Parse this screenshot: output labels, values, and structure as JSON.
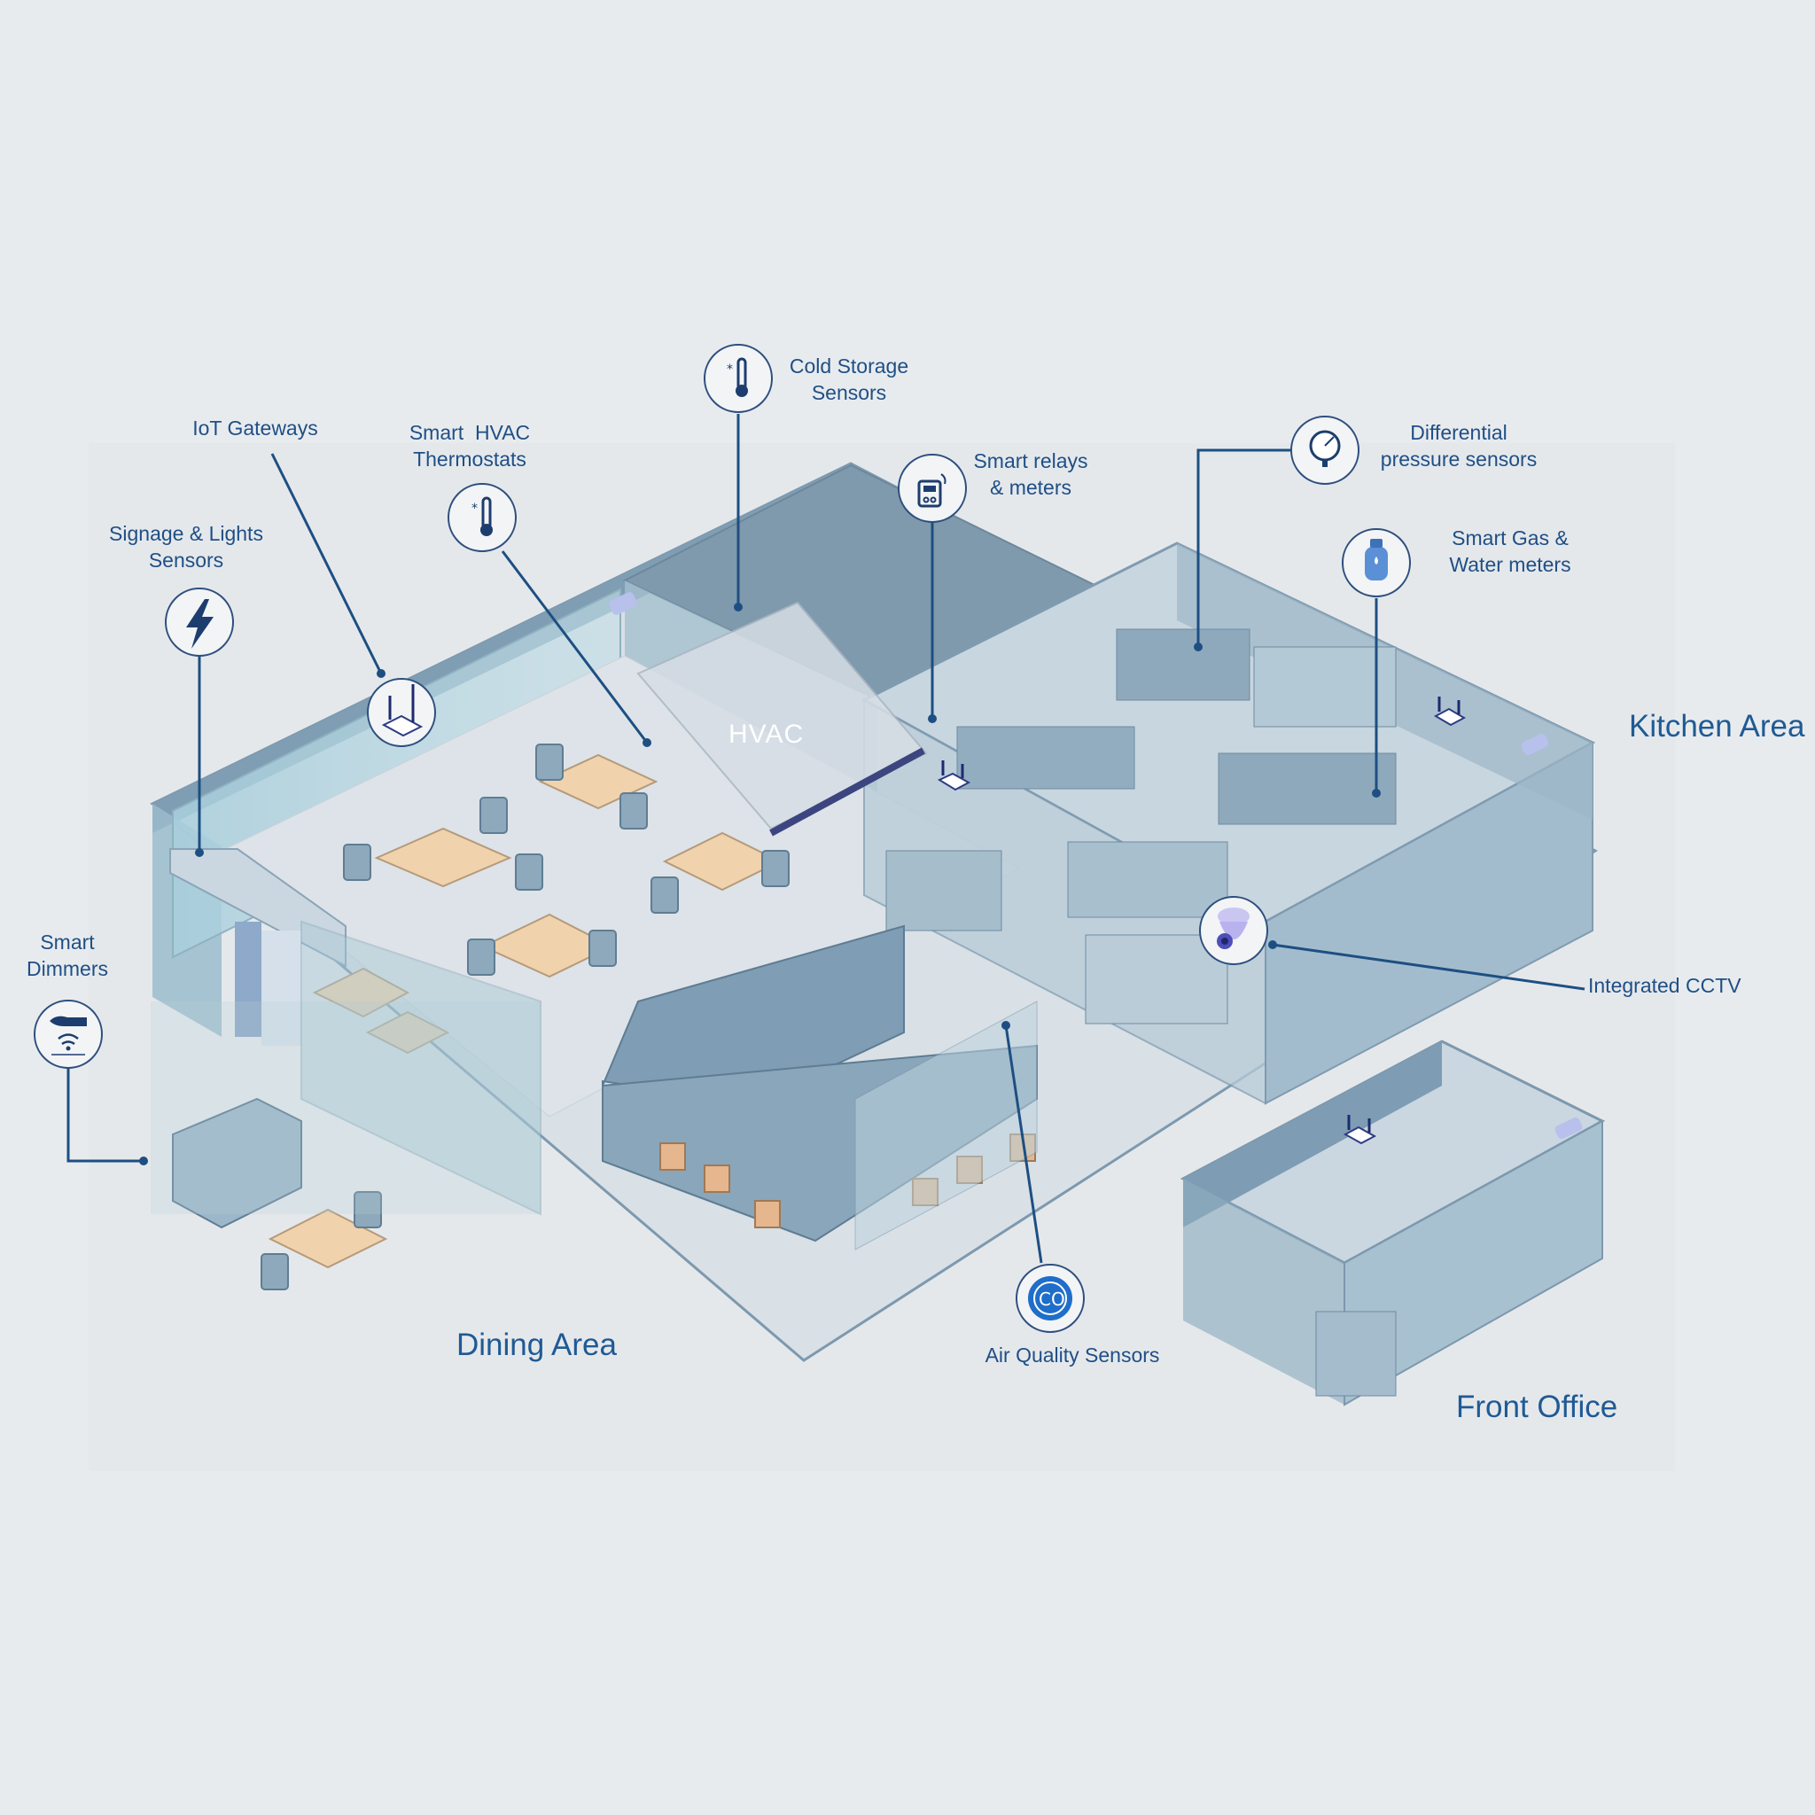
{
  "diagram": {
    "hvac_label": "HVAC",
    "areas": {
      "dining": "Dining Area",
      "kitchen": "Kitchen Area",
      "front_office": "Front Office"
    },
    "sensors": {
      "iot_gateways": {
        "label": [
          "IoT Gateways"
        ],
        "icon": "router-icon"
      },
      "smart_hvac": {
        "label": [
          "Smart  HVAC",
          "Thermostats"
        ],
        "icon": "thermometer-icon"
      },
      "cold_storage": {
        "label": [
          "Cold Storage",
          "Sensors"
        ],
        "icon": "thermometer-icon"
      },
      "smart_relays": {
        "label": [
          "Smart relays",
          "& meters"
        ],
        "icon": "meter-icon"
      },
      "differential_pressure": {
        "label": [
          "Differential",
          "pressure sensors"
        ],
        "icon": "pressure-gauge-icon"
      },
      "gas_water": {
        "label": [
          "Smart Gas &",
          "Water meters"
        ],
        "icon": "gas-cylinder-icon"
      },
      "signage_lights": {
        "label": [
          "Signage & Lights",
          "Sensors"
        ],
        "icon": "lightning-icon"
      },
      "smart_dimmers": {
        "label": [
          "Smart",
          "Dimmers"
        ],
        "icon": "hand-wave-icon"
      },
      "cctv": {
        "label": [
          "Integrated CCTV"
        ],
        "icon": "cctv-camera-icon"
      },
      "air_quality": {
        "label": [
          "Air Quality Sensors"
        ],
        "icon": "co-icon"
      }
    },
    "colors": {
      "accent": "#1f4f86",
      "leader_line": "#1d4f82",
      "wall": "#8aa8bd",
      "table": "#f0d3ad",
      "background": "#e8ebee"
    }
  }
}
